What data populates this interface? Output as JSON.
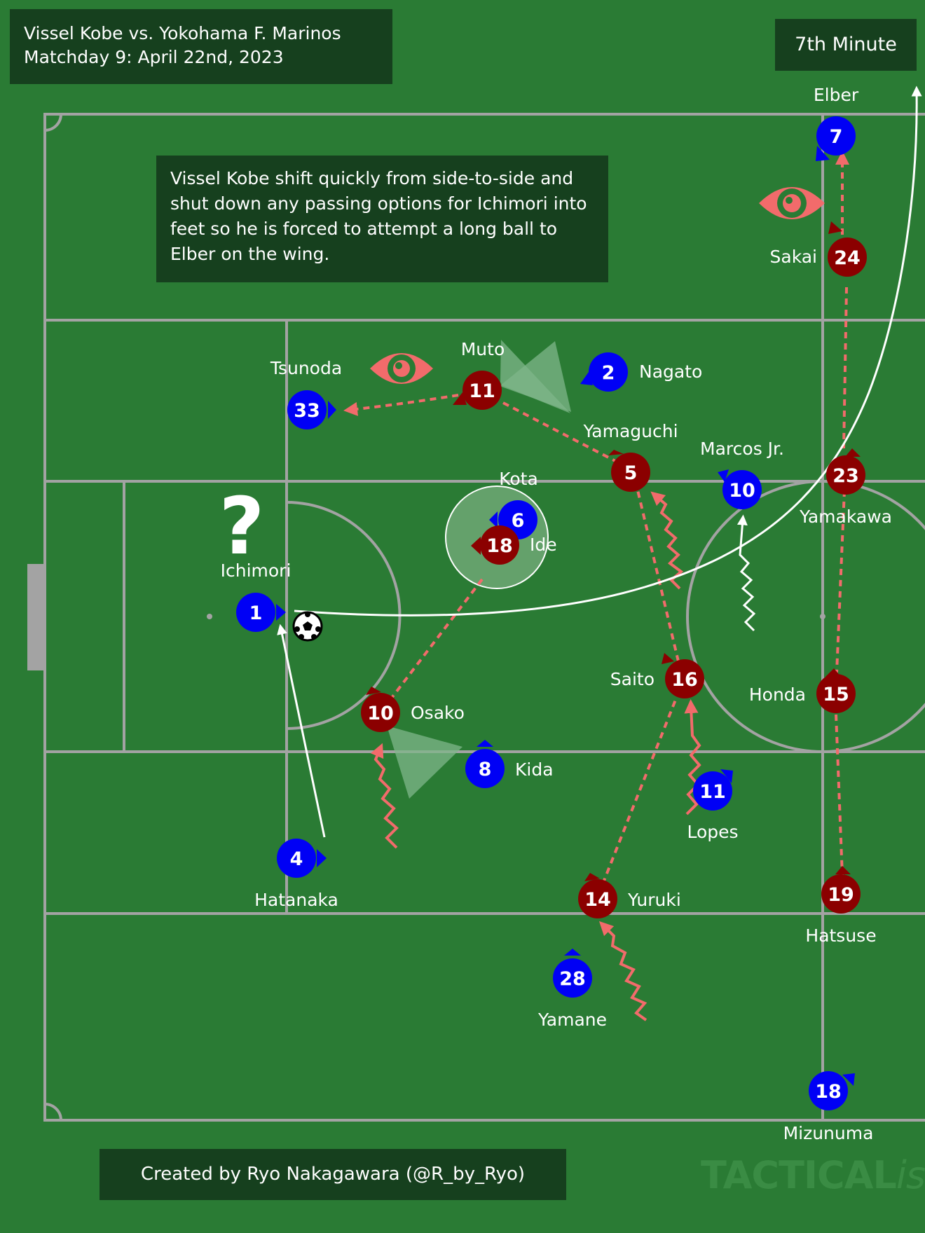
{
  "header": {
    "match": "Vissel Kobe vs. Yokohama F. Marinos",
    "matchday": "Matchday 9: April 22nd, 2023"
  },
  "minute": "7th Minute",
  "annotation": "Vissel Kobe shift quickly from side-to-side and shut down any passing options for Ichimori into feet so he is forced to attempt a long ball to Elber on the wing.",
  "credit": "Created by Ryo Nakagawara (@R_by_Ryo)",
  "watermark": {
    "brand": "TACTICAL",
    "suffix": "ista"
  },
  "question_mark": "?",
  "colors": {
    "pitch": "#2a7b34",
    "lines": "#a3a3a3",
    "vissel_kobe": "#8b0000",
    "yokohama_marinos": "#0000f5",
    "pressing_arrow": "#f26b6b",
    "text_box": "#16401e"
  },
  "players": {
    "marinos": [
      {
        "number": "7",
        "name": "Elber"
      },
      {
        "number": "2",
        "name": "Nagato"
      },
      {
        "number": "33",
        "name": "Tsunoda"
      },
      {
        "number": "10",
        "name": "Marcos Jr."
      },
      {
        "number": "6",
        "name": "Kota"
      },
      {
        "number": "1",
        "name": "Ichimori"
      },
      {
        "number": "8",
        "name": "Kida"
      },
      {
        "number": "11",
        "name": "Lopes"
      },
      {
        "number": "4",
        "name": "Hatanaka"
      },
      {
        "number": "28",
        "name": "Yamane"
      },
      {
        "number": "18",
        "name": "Mizunuma"
      }
    ],
    "kobe": [
      {
        "number": "24",
        "name": "Sakai"
      },
      {
        "number": "11",
        "name": "Muto"
      },
      {
        "number": "5",
        "name": "Yamaguchi"
      },
      {
        "number": "23",
        "name": "Yamakawa"
      },
      {
        "number": "18",
        "name": "Ide"
      },
      {
        "number": "10",
        "name": "Osako"
      },
      {
        "number": "16",
        "name": "Saito"
      },
      {
        "number": "15",
        "name": "Honda"
      },
      {
        "number": "14",
        "name": "Yuruki"
      },
      {
        "number": "19",
        "name": "Hatsuse"
      }
    ]
  }
}
